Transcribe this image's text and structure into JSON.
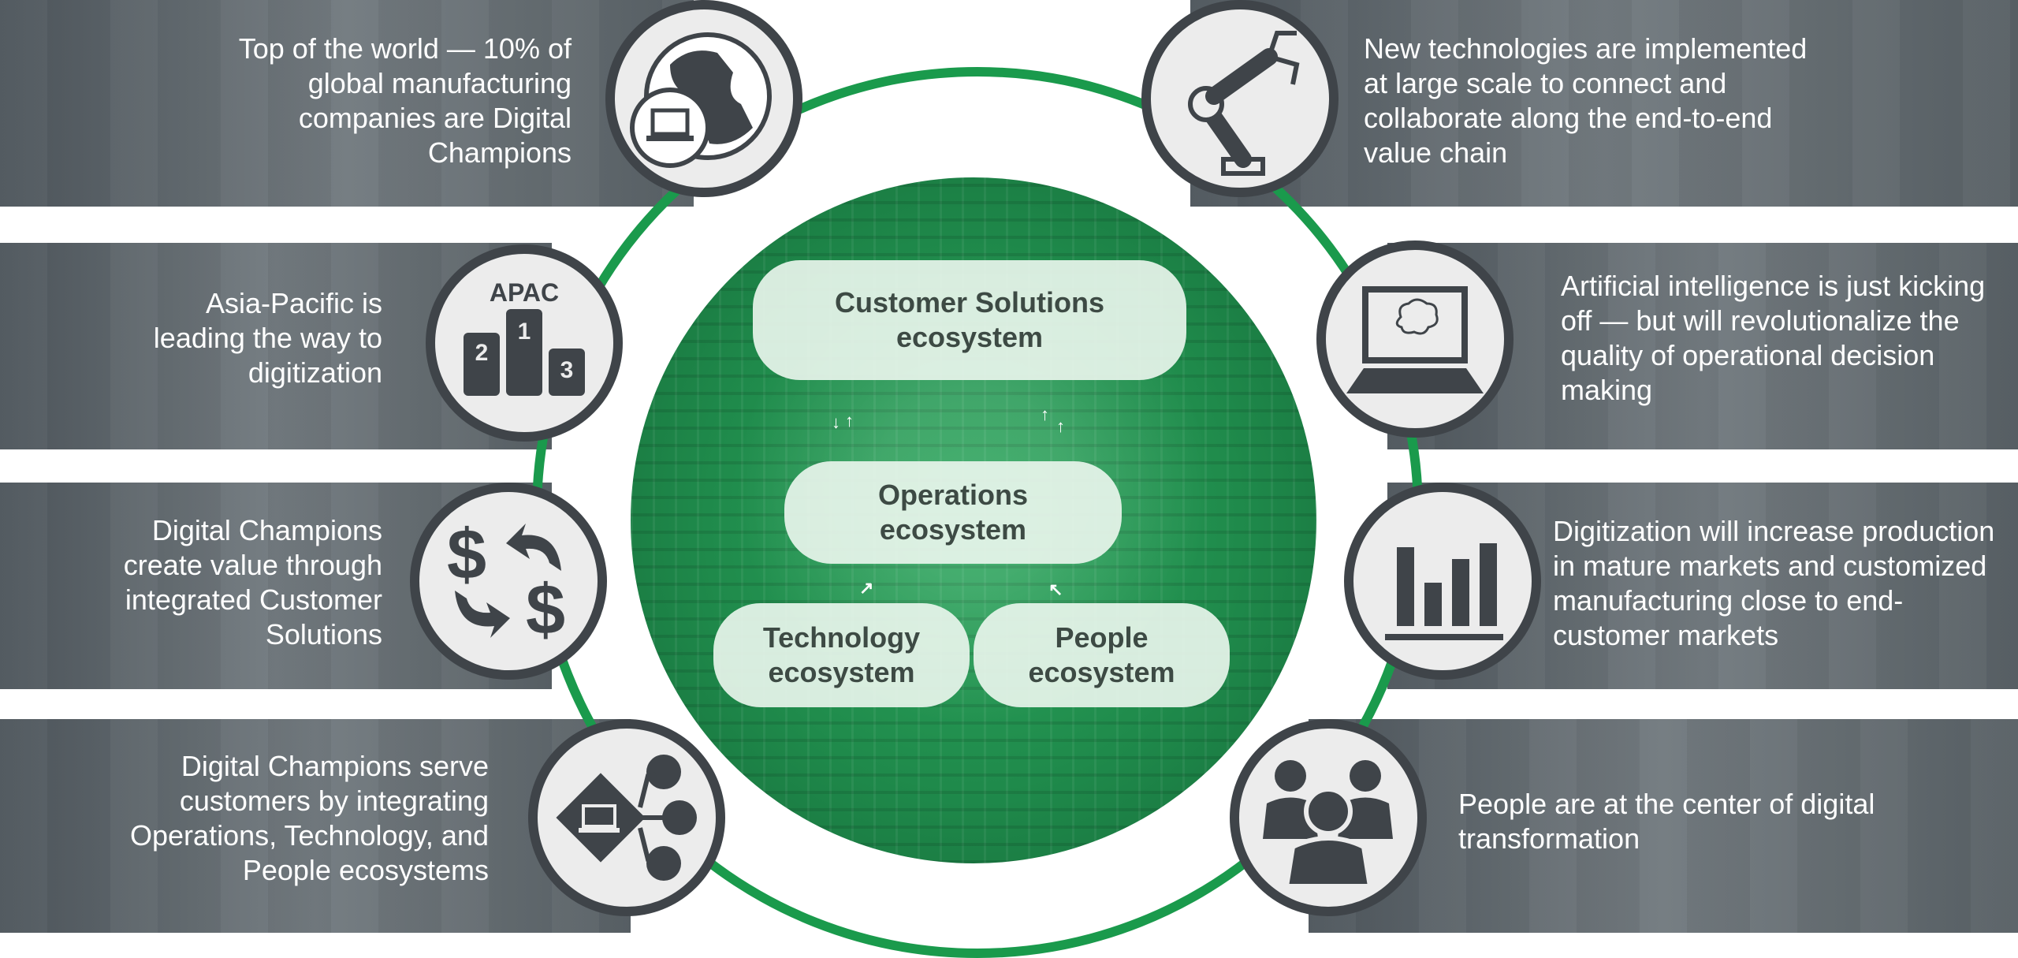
{
  "left_items": [
    {
      "text": "Top of the world — 10% of global manufacturing companies are Digital Champions",
      "icon": "globe-laptop-icon"
    },
    {
      "text": "Asia-Pacific is leading the way to digitization",
      "icon": "podium-icon"
    },
    {
      "text": "Digital Champions create value through integrated Customer Solutions",
      "icon": "dollar-exchange-icon"
    },
    {
      "text": "Digital Champions serve customers by integrating Operations, Technology, and People ecosystems",
      "icon": "network-laptop-icon"
    }
  ],
  "right_items": [
    {
      "text": "New technologies are implemented at large scale to connect and collaborate along the end-to-end value chain",
      "icon": "robot-arm-icon"
    },
    {
      "text": "Artificial intelligence is just kicking off — but will revolutionalize the quality of operational decision making",
      "icon": "brain-laptop-icon"
    },
    {
      "text": "Digitization will increase production in mature markets and customized manufacturing close to end-customer markets",
      "icon": "bar-chart-icon"
    },
    {
      "text": "People are at the center of digital transformation",
      "icon": "people-group-icon"
    }
  ],
  "center": {
    "customer": [
      "Customer Solutions",
      "ecosystem"
    ],
    "operations": [
      "Operations",
      "ecosystem"
    ],
    "technology": [
      "Technology",
      "ecosystem"
    ],
    "people": [
      "People",
      "ecosystem"
    ]
  },
  "podium": {
    "title": "APAC",
    "ranks": [
      "1",
      "2",
      "3"
    ]
  },
  "colors": {
    "accent_green": "#1a9a4c",
    "band_gray": "#5f676c",
    "icon_dark": "#3f4449"
  }
}
